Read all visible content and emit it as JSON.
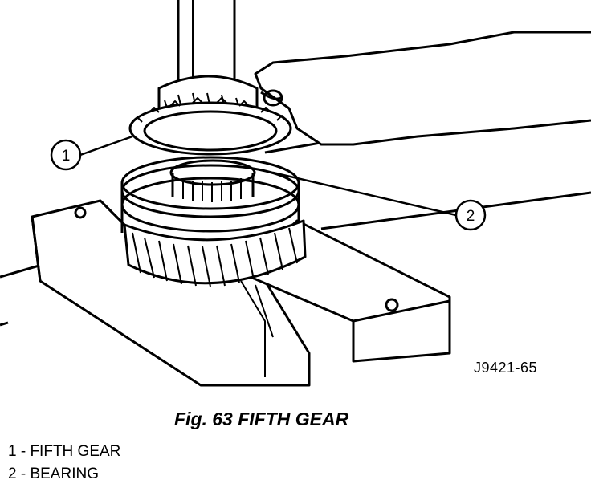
{
  "figure": {
    "code": "J9421-65",
    "caption": "Fig. 63 FIFTH GEAR",
    "callouts": [
      {
        "number": "1"
      },
      {
        "number": "2"
      }
    ]
  },
  "legend": [
    {
      "text": "1 - FIFTH GEAR"
    },
    {
      "text": "2 - BEARING"
    }
  ],
  "colors": {
    "ink": "#000000",
    "paper": "#ffffff"
  }
}
